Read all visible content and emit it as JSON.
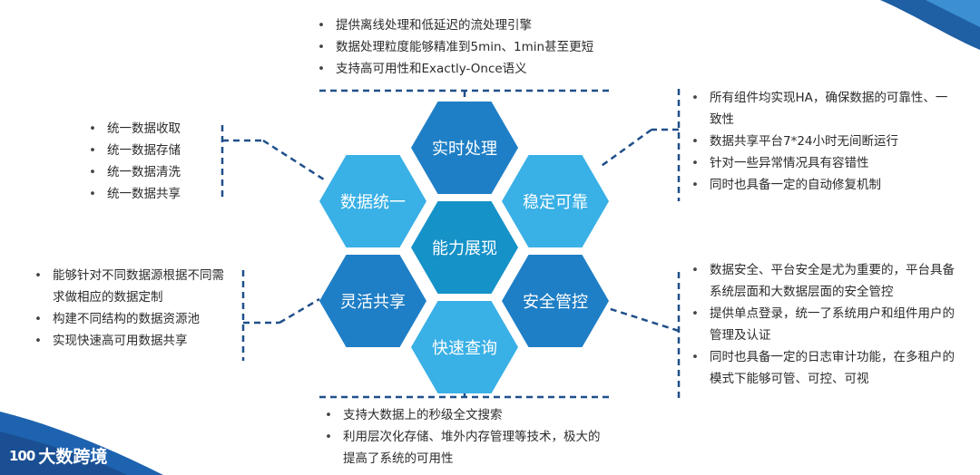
{
  "center": "能力展现",
  "hexes": {
    "top": "实时处理",
    "upper_left": "数据统一",
    "upper_right": "稳定可靠",
    "lower_left": "灵活共享",
    "lower_right": "安全管控",
    "bottom": "快速查询"
  },
  "blocks": {
    "top": [
      "提供离线处理和低延迟的流处理引擎",
      "数据处理粒度能够精准到5min、1min甚至更短",
      "支持高可用性和Exactly-Once语义"
    ],
    "left_top": [
      "统一数据收取",
      "统一数据存储",
      "统一数据清洗",
      "统一数据共享"
    ],
    "left_bottom": [
      "能够针对不同数据源根据不同需求做相应的数据定制",
      "构建不同结构的数据资源池",
      "实现快速高可用数据共享"
    ],
    "right_top": [
      "所有组件均实现HA，确保数据的可靠性、一致性",
      "数据共享平台7*24小时无间断运行",
      "针对一些异常情况具有容错性",
      "同时也具备一定的自动修复机制"
    ],
    "right_bottom": [
      "数据安全、平台安全是尤为重要的，平台具备系统层面和大数据层面的安全管控",
      "提供单点登录，统一了系统用户和组件用户的管理及认证",
      "同时也具备一定的日志审计功能，在多租户的模式下能够可管、可控、可视"
    ],
    "bottom": [
      "支持大数据上的秒级全文搜索",
      "利用层次化存储、堆外内存管理等技术，极大的提高了系统的可用性"
    ]
  },
  "logo": {
    "text": "大数跨境",
    "mark": "100"
  },
  "colors": {
    "dark": "#1f7fc6",
    "light": "#39b0e6",
    "center": "#1592c8",
    "line": "#1f4f8a"
  }
}
